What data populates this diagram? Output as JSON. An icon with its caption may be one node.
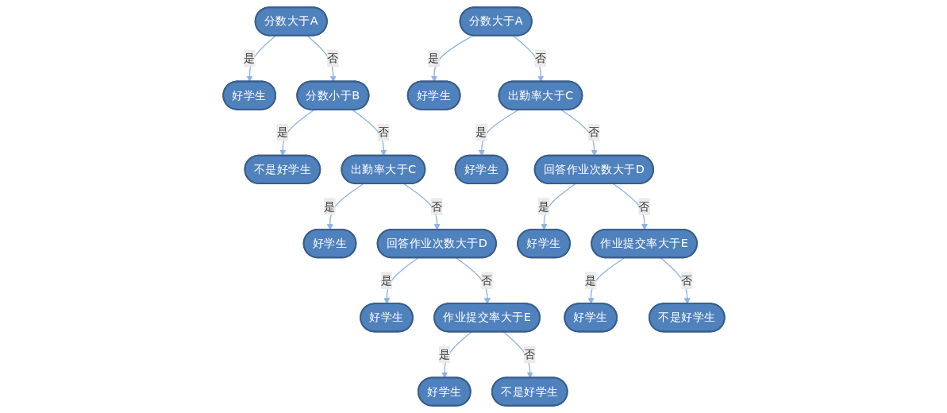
{
  "diagram": {
    "nodes": [
      {
        "text": [
          "分数大于A"
        ]
      },
      {
        "text": [
          "好学生"
        ]
      },
      {
        "text": [
          "分数小于B"
        ]
      },
      {
        "text": [
          "不是好学生"
        ]
      },
      {
        "text": [
          "出勤率大于C"
        ]
      },
      {
        "text": [
          "好学生"
        ]
      },
      {
        "text": [
          "回答作业次数大于D"
        ]
      },
      {
        "text": [
          "好学生"
        ]
      },
      {
        "text": [
          "作业提交率大于E"
        ]
      },
      {
        "text": [
          "好学生"
        ]
      },
      {
        "text": [
          "不是好学生"
        ]
      },
      {
        "text": [
          "分数大于A"
        ]
      },
      {
        "text": [
          "好学生"
        ]
      },
      {
        "text": [
          "出勤率大于C"
        ]
      },
      {
        "text": [
          "好学生"
        ]
      },
      {
        "text": [
          "回答作业次数大于D"
        ]
      },
      {
        "text": [
          "好学生"
        ]
      },
      {
        "text": [
          "作业提交率大于E"
        ]
      },
      {
        "text": [
          "好学生"
        ]
      },
      {
        "text": [
          "不是好学生"
        ]
      }
    ],
    "edges": [
      {
        "from": 0,
        "to": 1,
        "arrow": "to",
        "label": "是"
      },
      {
        "from": 0,
        "to": 2,
        "arrow": "to",
        "label": "否"
      },
      {
        "from": 2,
        "to": 3,
        "arrow": "to",
        "label": "是"
      },
      {
        "from": 2,
        "to": 4,
        "arrow": "to",
        "label": "否"
      },
      {
        "from": 4,
        "to": 5,
        "arrow": "to",
        "label": "是"
      },
      {
        "from": 4,
        "to": 6,
        "arrow": "to",
        "label": "否"
      },
      {
        "from": 6,
        "to": 7,
        "arrow": "to",
        "label": "是"
      },
      {
        "from": 6,
        "to": 8,
        "arrow": "to",
        "label": "否"
      },
      {
        "from": 8,
        "to": 9,
        "arrow": "to",
        "label": "是"
      },
      {
        "from": 8,
        "to": 10,
        "arrow": "to",
        "label": "否"
      },
      {
        "from": 11,
        "to": 12,
        "arrow": "to",
        "label": "是"
      },
      {
        "from": 11,
        "to": 13,
        "arrow": "to",
        "label": "否"
      },
      {
        "from": 13,
        "to": 14,
        "arrow": "to",
        "label": "是"
      },
      {
        "from": 13,
        "to": 15,
        "arrow": "to",
        "label": "否"
      },
      {
        "from": 15,
        "to": 16,
        "arrow": "to",
        "label": "是"
      },
      {
        "from": 15,
        "to": 17,
        "arrow": "to",
        "label": "否"
      },
      {
        "from": 17,
        "to": 18,
        "arrow": "to",
        "label": "是"
      },
      {
        "from": 17,
        "to": 19,
        "arrow": "to",
        "label": "否"
      }
    ]
  }
}
